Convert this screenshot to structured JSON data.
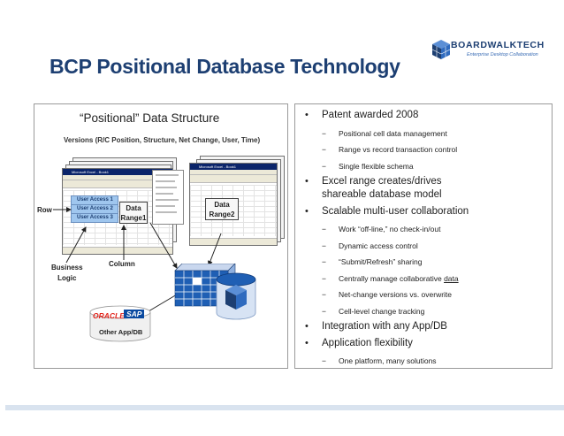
{
  "slide": {
    "title": "BCP Positional Database Technology"
  },
  "logo": {
    "name": "BOARDWALKTECH",
    "tagline": "Enterprise Desktop Collaboration",
    "color": "#1d3f72"
  },
  "diagram": {
    "heading": "“Positional” Data Structure",
    "versions_label": "Versions (R/C Position, Structure, Net Change, User, Time)",
    "row_label": "Row",
    "column_label": "Column",
    "business_logic_label": [
      "Business",
      "Logic"
    ],
    "user_access": [
      "User Access 1",
      "User Access 2",
      "User Access 3"
    ],
    "data_range1": [
      "Data",
      "Range1"
    ],
    "data_range2": [
      "Data",
      "Range2"
    ],
    "oracle_label": "ORACLE",
    "sap_label": "SAP",
    "other_app_label": "Other App/DB",
    "window_title_left": "Microsoft Excel - Book1",
    "window_title_right": "Microsoft Excel - Book1"
  },
  "bullets": [
    {
      "text": "Patent awarded 2008",
      "sub": [
        "Positional cell data management",
        "Range vs record transaction control",
        "Single flexible schema"
      ]
    },
    {
      "text": "Excel range creates/drives shareable database model",
      "sub": []
    },
    {
      "text": "Scalable multi-user collaboration",
      "sub": [
        "Work “off-line,” no check-in/out",
        "Dynamic access control",
        "“Submit/Refresh” sharing",
        "Centrally manage collaborative data",
        "Net-change versions vs. overwrite",
        "Cell-level change tracking"
      ]
    },
    {
      "text": "Integration with any App/DB",
      "sub": []
    },
    {
      "text": "Application flexibility",
      "sub": [
        "One platform, many solutions"
      ]
    }
  ],
  "colors": {
    "title": "#1d3f72",
    "accent_blue": "#1f5fb4",
    "user_access_fill": "#9fc6ee",
    "excel_titlebar": "#0a246a",
    "oracle_red": "#e2231a",
    "sap_blue": "#0a4aa0"
  }
}
